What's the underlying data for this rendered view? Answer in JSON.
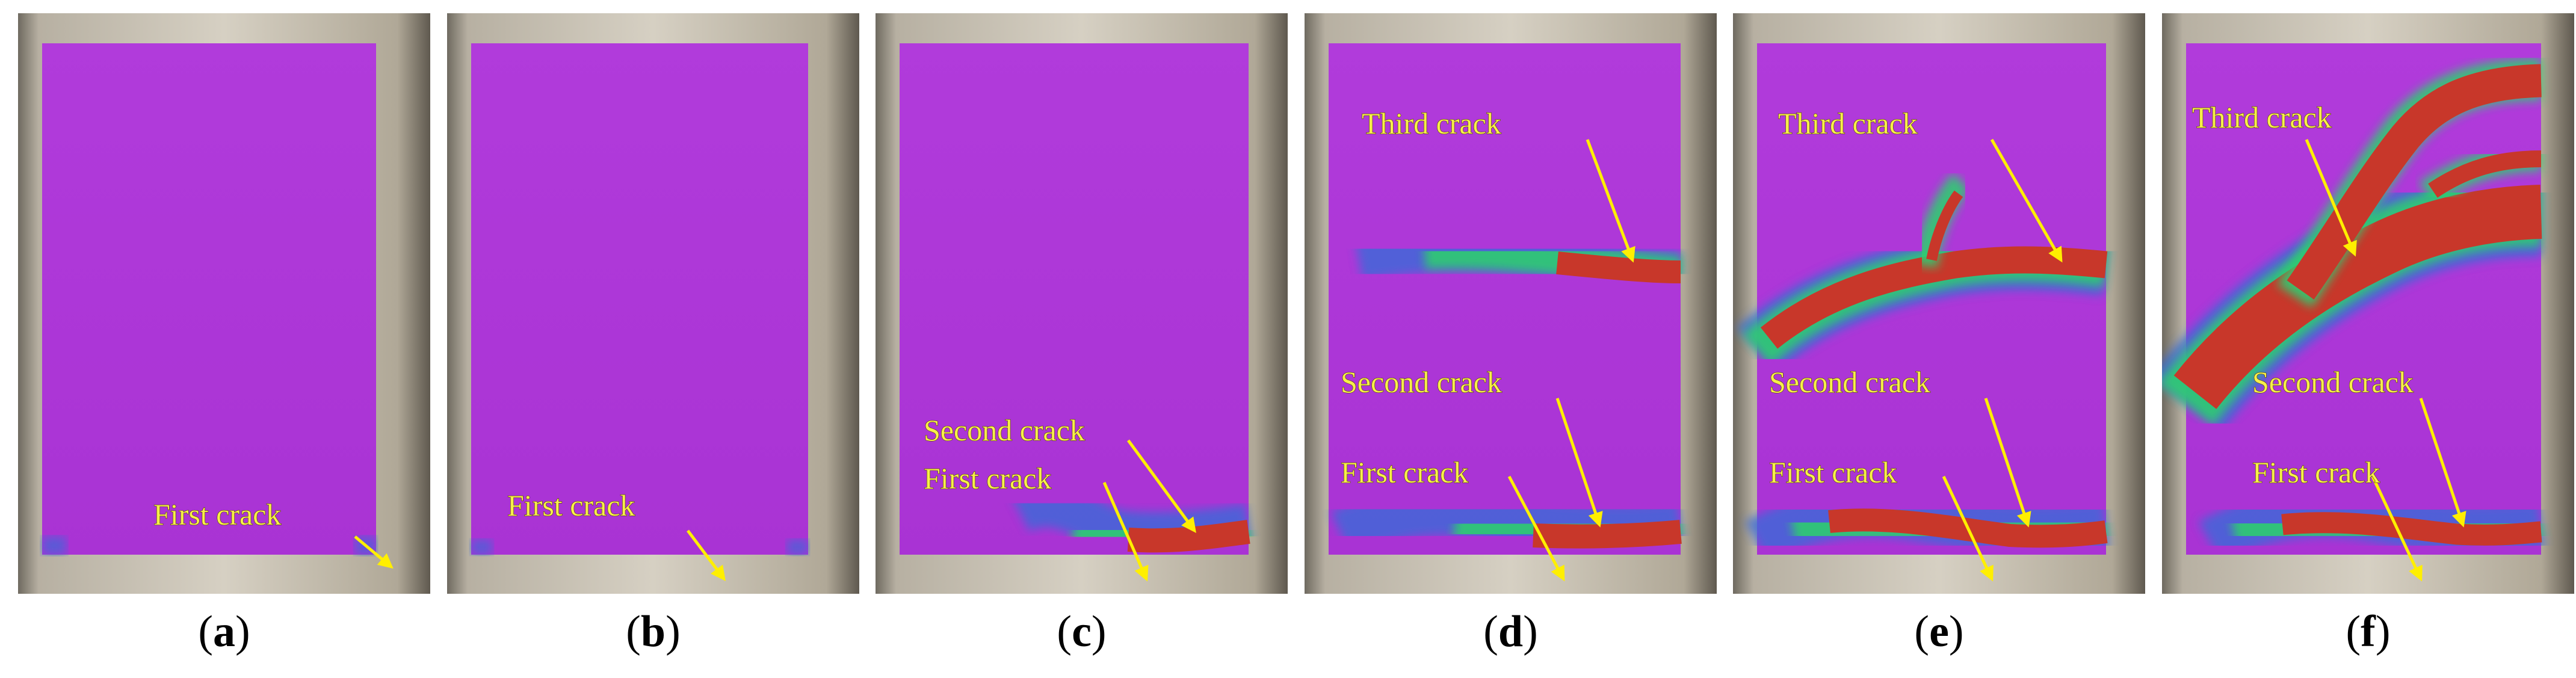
{
  "panels": [
    {
      "letter": "a",
      "labels": {
        "first": "First crack"
      },
      "colors": {
        "stain": "#b63ce2",
        "crack_core": "#c8372a",
        "crack_halo": "#2ecc71",
        "arrow": "#ffef00"
      }
    },
    {
      "letter": "b",
      "labels": {
        "first": "First crack"
      }
    },
    {
      "letter": "c",
      "labels": {
        "first": "First crack",
        "second": "Second crack"
      }
    },
    {
      "letter": "d",
      "labels": {
        "first": "First crack",
        "second": "Second crack",
        "third": "Third crack"
      }
    },
    {
      "letter": "e",
      "labels": {
        "first": "First crack",
        "second": "Second crack",
        "third": "Third crack"
      }
    },
    {
      "letter": "f",
      "labels": {
        "first": "First crack",
        "second": "Second crack",
        "third": "Third crack"
      }
    }
  ]
}
